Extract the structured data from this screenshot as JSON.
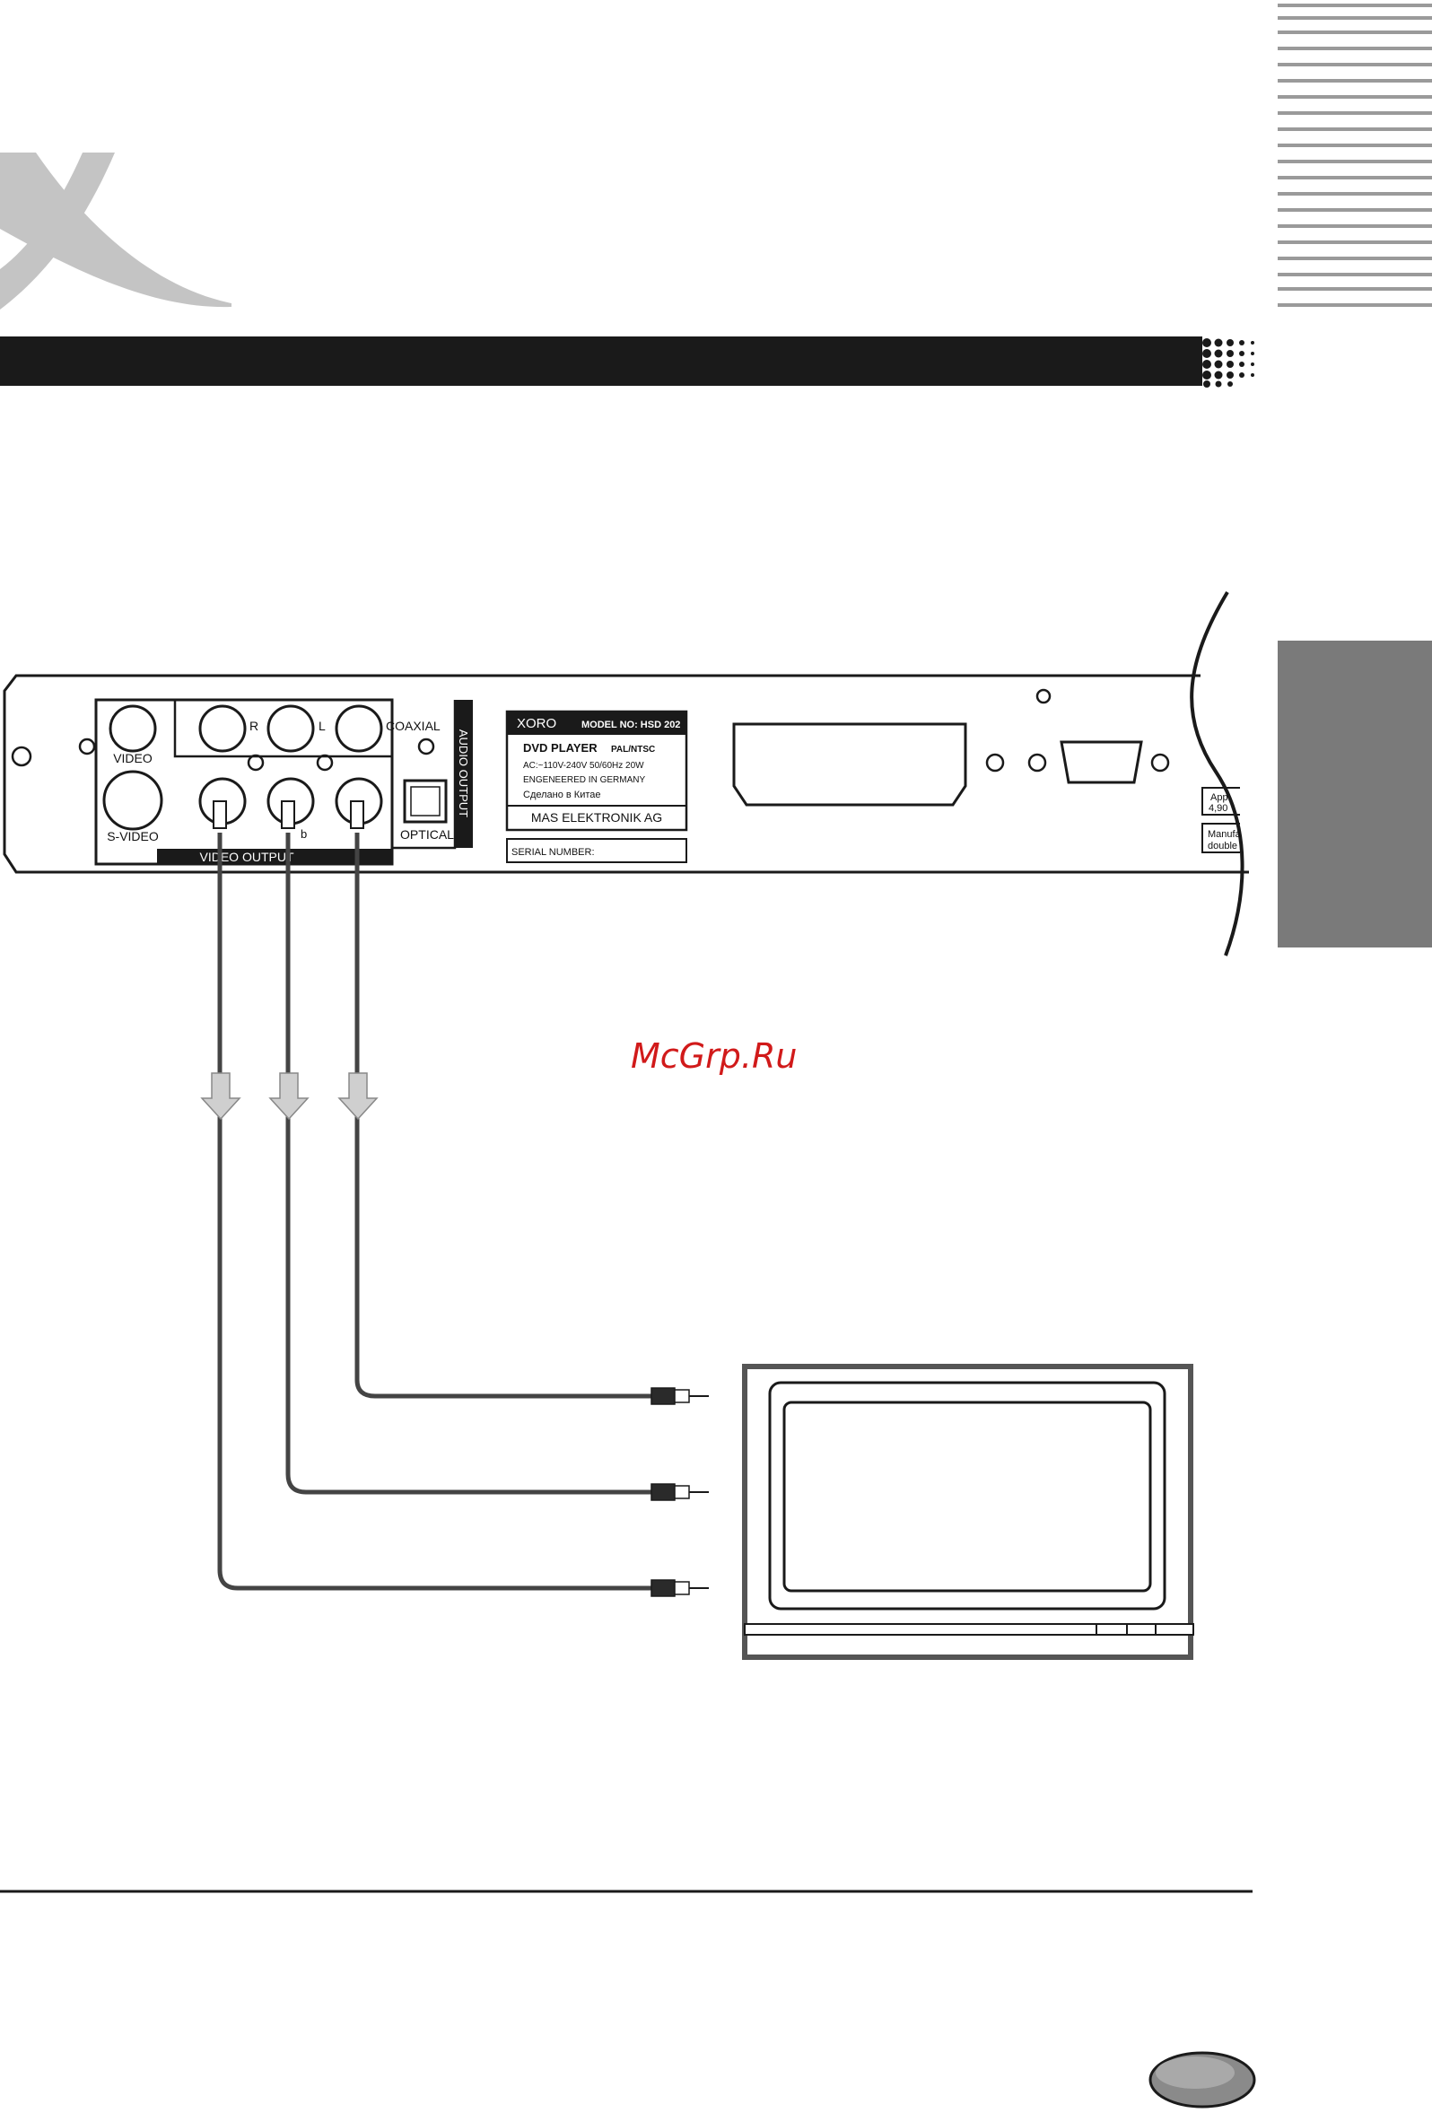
{
  "panel": {
    "labels": {
      "video": "VIDEO",
      "s_video": "S-VIDEO",
      "r": "R",
      "l": "L",
      "coaxial": "COAXIAL",
      "audio_output": "AUDIO OUTPUT",
      "optical": "OPTICAL",
      "video_output": "VIDEO OUTPUT",
      "pb": "b"
    },
    "rating_label": {
      "brand": "XORO",
      "model": "MODEL NO: HSD 202",
      "product": "DVD PLAYER",
      "standard": "PAL/NTSC",
      "power": "AC:~110V-240V 50/60Hz 20W",
      "engineered": "ENGENEERED IN GERMANY",
      "made_in": "Сделано в Китае",
      "company": "MAS ELEKTRONIK AG",
      "serial": "SERIAL NUMBER:"
    },
    "side_tags": {
      "tag1_line1": "App",
      "tag1_line2": "4,90",
      "tag2_line1": "Manufa",
      "tag2_line2": "double"
    }
  },
  "watermark": "McGrp.Ru",
  "colors": {
    "header_bar": "#1a1a1a",
    "side_tab": "#7a7a7a",
    "cable": "#444444",
    "arrow_fill": "#cfcfcf",
    "watermark": "#d11a1a",
    "logo": "#c4c4c4",
    "page_badge": "#8a8a8a"
  }
}
